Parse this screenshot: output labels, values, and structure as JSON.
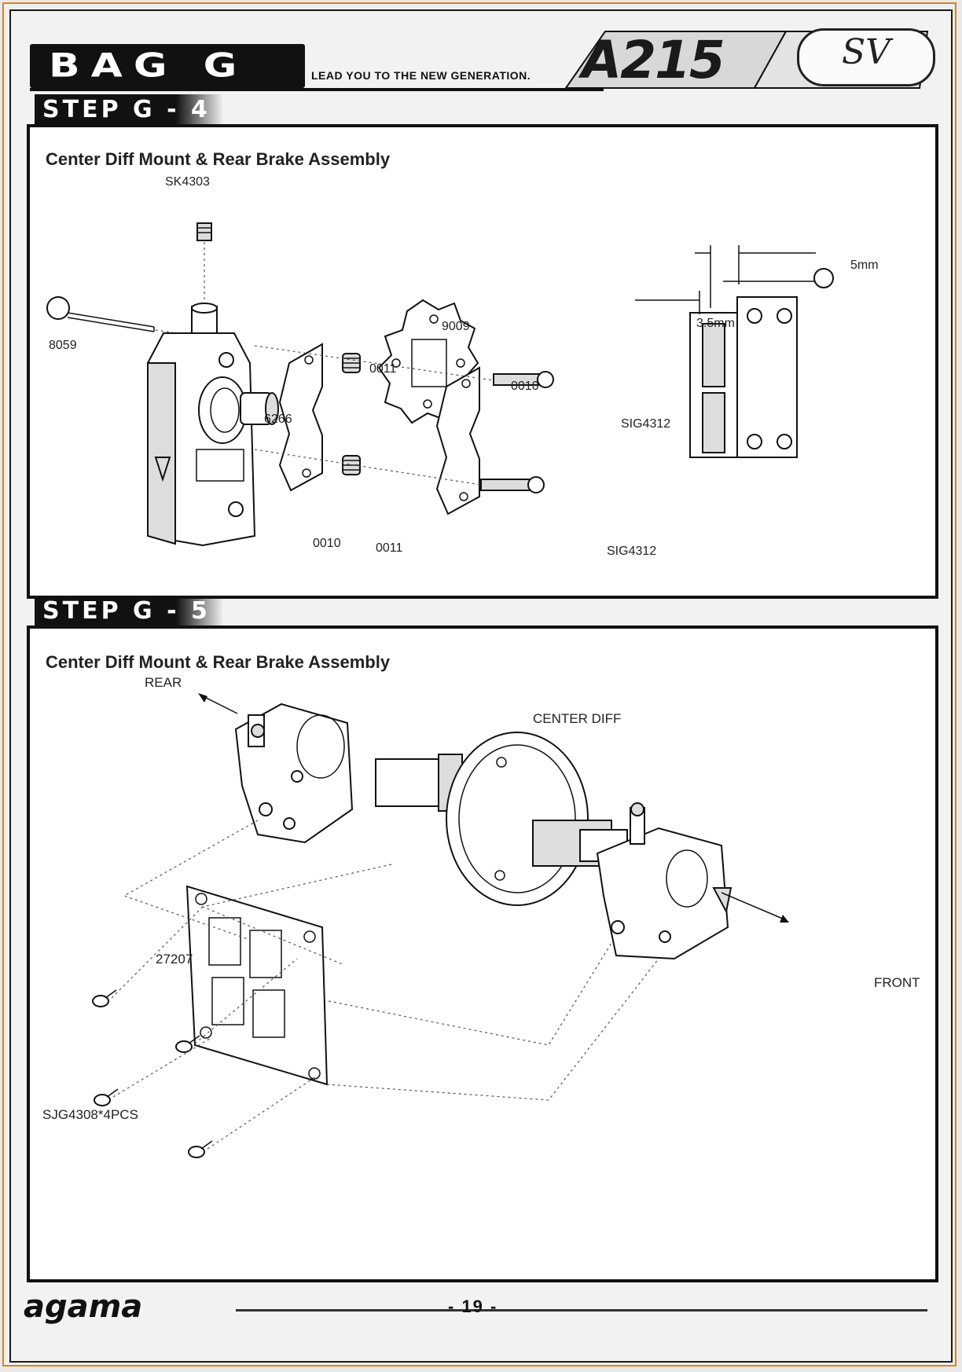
{
  "header": {
    "bag_title": "BAG G",
    "tagline": "LEAD YOU TO THE NEW GENERATION.",
    "model_logo": "A215",
    "model_badge": "SV"
  },
  "steps": [
    {
      "label": "STEP G - 4",
      "title": "Center Diff Mount & Rear Brake Assembly",
      "parts": {
        "set_screw": "SK4303",
        "pin": "8059",
        "brake_disc": "9009",
        "spring_top": "0011",
        "spring_bottom": "0011",
        "pad_right": "0010",
        "pad_left": "0010",
        "bushing": "6266",
        "screw_top": "SIG4312",
        "screw_bottom": "SIG4312"
      },
      "dimensions": {
        "gap_a": "5mm",
        "gap_b": "3.5mm"
      }
    },
    {
      "label": "STEP G - 5",
      "title": "Center Diff Mount & Rear Brake Assembly",
      "labels": {
        "rear": "REAR",
        "front": "FRONT",
        "center_diff": "CENTER DIFF",
        "plate": "27207",
        "screws": "SJG4308*4PCS"
      }
    }
  ],
  "footer": {
    "brand": "agama",
    "page_number": "- 19 -"
  }
}
